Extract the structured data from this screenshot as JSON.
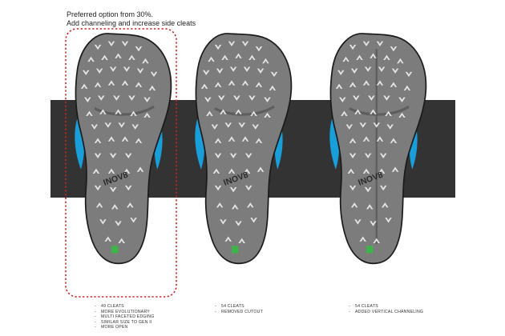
{
  "annotation": {
    "line1": "Preferred option from 30%.",
    "line2": "Add channeling and increase side cleats"
  },
  "colors": {
    "band": "#333333",
    "sole": "#7c7c7c",
    "sole_dark": "#5e5e5e",
    "outline": "#1a1a1a",
    "cleat": "#e6e6e6",
    "arch": "#1a9ed9",
    "highlight_box": "#cc2222",
    "logo_green": "#3cb44a"
  },
  "soles": [
    {
      "brand": "INOV8",
      "highlighted": true,
      "spec_lines": [
        "49 CLEATS",
        "MORE EVOLUTIONARY",
        "MULTI FACETED EDGING",
        "SIMILAR SIZE TO GEN II",
        "MORE OPEN"
      ]
    },
    {
      "brand": "INOV8",
      "highlighted": false,
      "spec_lines": [
        "54 CLEATS",
        "REMOVED CUTOUT"
      ]
    },
    {
      "brand": "INOV8",
      "highlighted": false,
      "spec_lines": [
        "54 CLEATS",
        "ADDED VERTICAL CHANNELING"
      ]
    }
  ]
}
